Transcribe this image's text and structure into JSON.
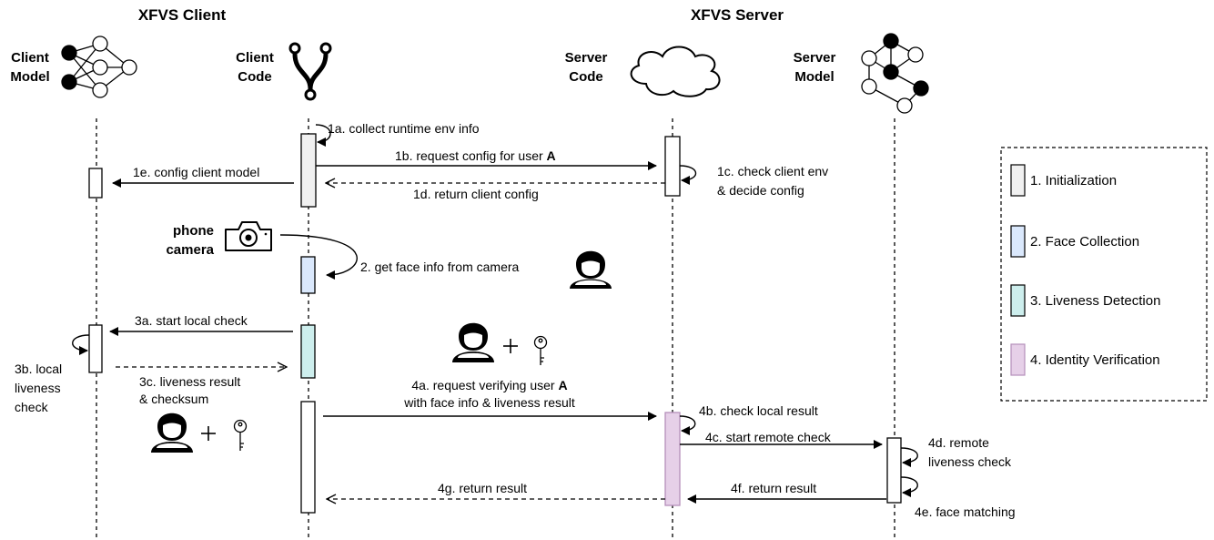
{
  "headers": {
    "client": "XFVS Client",
    "server": "XFVS Server"
  },
  "participants": {
    "client_model": [
      "Client",
      "Model"
    ],
    "client_code": [
      "Client",
      "Code"
    ],
    "server_code": [
      "Server",
      "Code"
    ],
    "server_model": [
      "Server",
      "Model"
    ],
    "phone_camera": [
      "phone",
      "camera"
    ]
  },
  "icons": {
    "client_model": "neural-network-icon",
    "client_code": "git-branch-icon",
    "server_code": "cloud-icon",
    "server_model": "graph-network-icon",
    "camera": "camera-icon",
    "user": "user-icon",
    "key": "key-icon"
  },
  "messages": {
    "m1a": "1a. collect runtime env info",
    "m1b_pre": "1b. request config for user ",
    "m1b_bold": "A",
    "m1c": [
      "1c. check client env",
      "& decide config"
    ],
    "m1d": "1d. return client config",
    "m1e": "1e. config client model",
    "m2": "2. get face info from camera",
    "m3a": "3a. start local check",
    "m3b": [
      "3b. local",
      "liveness",
      "check"
    ],
    "m3c": [
      "3c. liveness result",
      "& checksum"
    ],
    "m4a_l1_pre": "4a. request verifying user ",
    "m4a_l1_bold": "A",
    "m4a_l2": "with face info & liveness result",
    "m4b": "4b. check local result",
    "m4c": "4c. start remote check",
    "m4d": [
      "4d. remote",
      "liveness check"
    ],
    "m4e": "4e. face matching",
    "m4f": "4f. return result",
    "m4g": "4g. return result"
  },
  "legend": {
    "items": [
      {
        "label": "1. Initialization",
        "color": "#f0f0f0"
      },
      {
        "label": "2. Face Collection",
        "color": "#dae8fc"
      },
      {
        "label": "3. Liveness Detection",
        "color": "#cdeeed"
      },
      {
        "label": "4. Identity Verification",
        "color": "#e6d0e8"
      }
    ]
  },
  "colors": {
    "init": "#f0f0f0",
    "face": "#dae8fc",
    "liveness": "#cdeeed",
    "verify": "#e6d0e8",
    "verify_border": "#b58fba"
  }
}
